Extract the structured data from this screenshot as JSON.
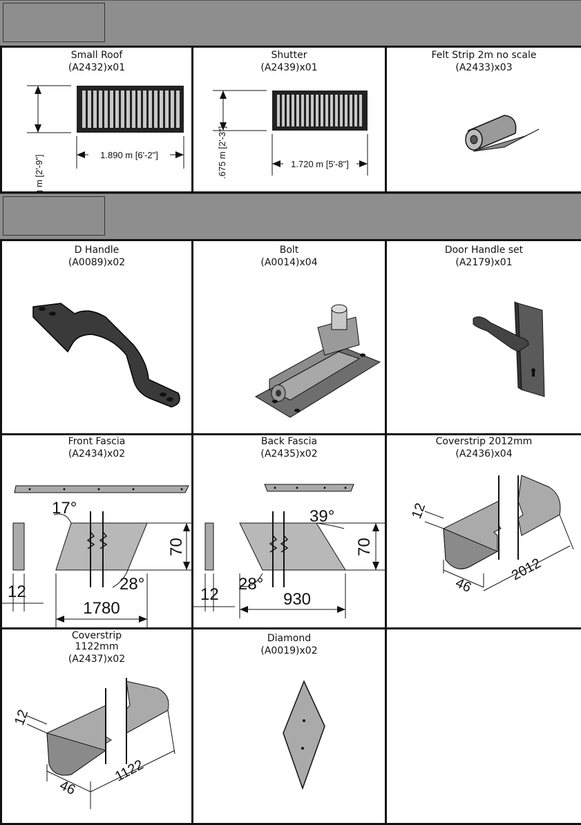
{
  "row1": [
    {
      "name": "Small  Roof",
      "code": "(A2432)x01",
      "dim_w": "1.890 m [6'-2\"]",
      "dim_h": ") m [2'-9\"]"
    },
    {
      "name": "Shutter",
      "code": "(A2439)x01",
      "dim_w": "1.720 m [5'-8\"]",
      "dim_h": ".675 m [2'-3\"]"
    },
    {
      "name": "Felt Strip 2m no scale",
      "code": "(A2433)x03"
    }
  ],
  "row2": [
    {
      "name": "D Handle",
      "code": "(A0089)x02"
    },
    {
      "name": "Bolt",
      "code": "(A0014)x04"
    },
    {
      "name": "Door Handle set",
      "code": "(A2179)x01"
    }
  ],
  "row3": [
    {
      "name": "Front Fascia",
      "code": "(A2434)x02",
      "angle1": "17°",
      "angle2": "28°",
      "height": "70",
      "thick": "12",
      "length": "1780"
    },
    {
      "name": "Back Fascia",
      "code": "(A2435)x02",
      "angle1": "39°",
      "angle2": "28°",
      "height": "70",
      "thick": "12",
      "length": "930"
    },
    {
      "name": "Coverstrip 2012mm",
      "code": "(A2436)x04",
      "thick": "12",
      "width": "46",
      "length": "2012"
    }
  ],
  "row4": [
    {
      "name": "Coverstrip",
      "name2": "1122mm",
      "code": "(A2437)x02",
      "thick": "12",
      "width": "46",
      "length": "1122"
    },
    {
      "name": "Diamond",
      "code": "(A0019)x02"
    }
  ]
}
